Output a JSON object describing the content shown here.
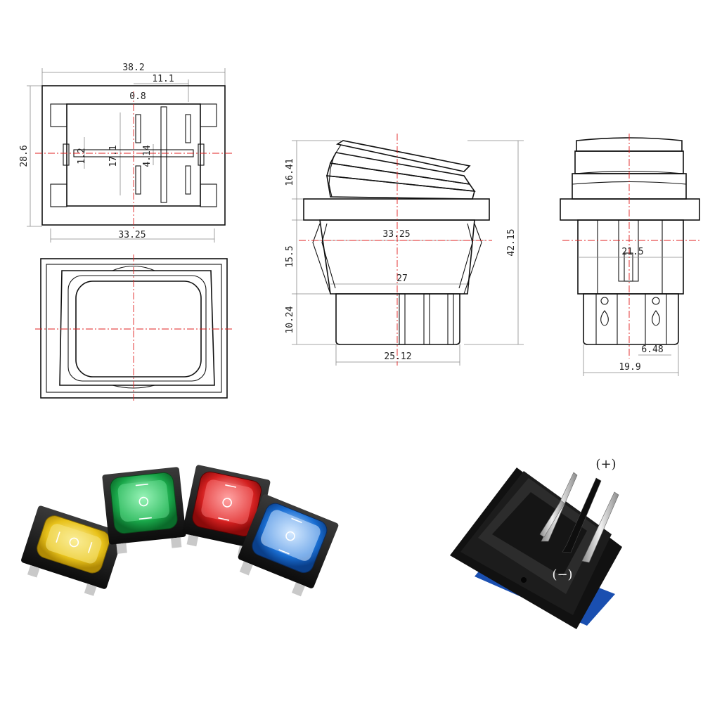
{
  "top_view": {
    "dim_width": "38.2",
    "dim_offset": "11.1",
    "dim_gap": "0.8",
    "dim_height": "28.6",
    "dim_small_a": "1.2",
    "dim_inner_height": "17.1",
    "dim_small_b": "4.14",
    "dim_bottom_width": "33.25"
  },
  "side_view": {
    "dim_actuator": "16.41",
    "dim_body_width": "33.25",
    "dim_body_height": "15.5",
    "dim_inner_width": "27",
    "dim_terminal": "10.24",
    "dim_total_height": "42.15",
    "dim_base": "25.12"
  },
  "end_view": {
    "dim_width": "21.5",
    "dim_pin_width": "6.48",
    "dim_base_width": "19.9"
  },
  "product_photos": {
    "colors": [
      "#e8c21a",
      "#1aa84a",
      "#d42020",
      "#1a6fd4"
    ],
    "color_names": [
      "yellow",
      "green",
      "red",
      "blue"
    ]
  },
  "terminal_photo": {
    "positive_label": "(+)",
    "negative_label": "(−)"
  }
}
